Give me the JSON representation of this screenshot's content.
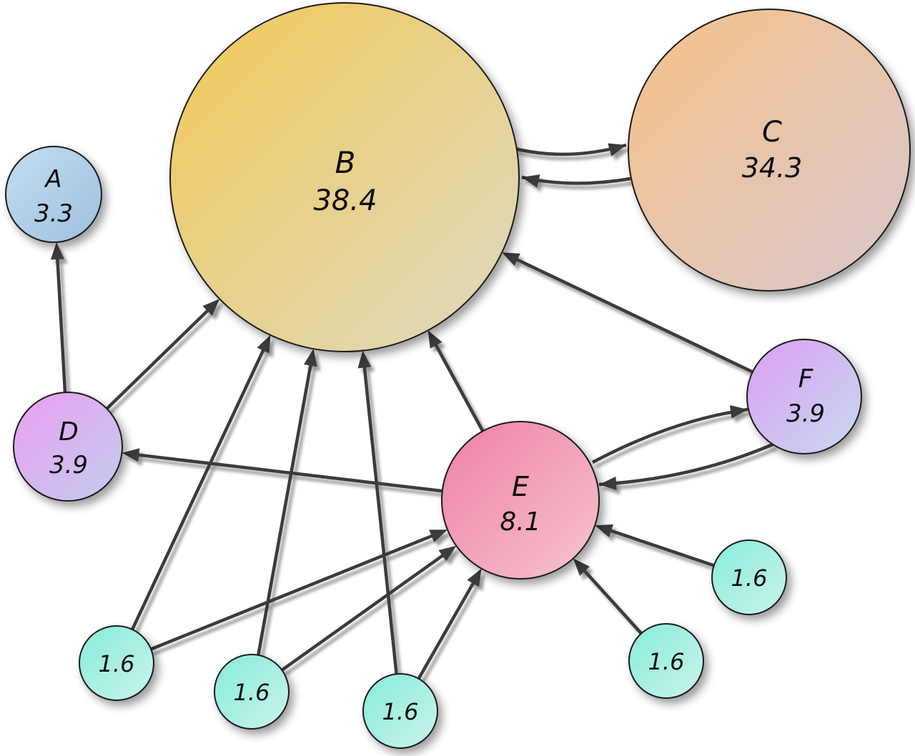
{
  "diagram": {
    "kind": "directed-graph",
    "description": "Network of pages with rank percentages",
    "background": "#ffffff",
    "edge_color": "#3a3a3a",
    "nodes": [
      {
        "id": "A",
        "label": "A",
        "value": "3.3",
        "fill_from": "#c3ddf1",
        "fill_to": "#9fc0df"
      },
      {
        "id": "B",
        "label": "B",
        "value": "38.4",
        "fill_from": "#f2c957",
        "fill_to": "#ded9c2"
      },
      {
        "id": "C",
        "label": "C",
        "value": "34.3",
        "fill_from": "#f6c288",
        "fill_to": "#d9c7ce"
      },
      {
        "id": "D",
        "label": "D",
        "value": "3.9",
        "fill_from": "#eb9ff2",
        "fill_to": "#c2cdee"
      },
      {
        "id": "E",
        "label": "E",
        "value": "8.1",
        "fill_from": "#ee7fa6",
        "fill_to": "#f7c5cd"
      },
      {
        "id": "F",
        "label": "F",
        "value": "3.9",
        "fill_from": "#dc9ff4",
        "fill_to": "#c6daee"
      },
      {
        "id": "G1",
        "label": "",
        "value": "1.6",
        "fill_from": "#86ecda",
        "fill_to": "#cbf3ea"
      },
      {
        "id": "G2",
        "label": "",
        "value": "1.6",
        "fill_from": "#86ecda",
        "fill_to": "#cbf3ea"
      },
      {
        "id": "G3",
        "label": "",
        "value": "1.6",
        "fill_from": "#86ecda",
        "fill_to": "#cbf3ea"
      },
      {
        "id": "G4",
        "label": "",
        "value": "1.6",
        "fill_from": "#86ecda",
        "fill_to": "#cbf3ea"
      },
      {
        "id": "G5",
        "label": "",
        "value": "1.6",
        "fill_from": "#86ecda",
        "fill_to": "#cbf3ea"
      }
    ],
    "edges": [
      {
        "from": "D",
        "to": "A"
      },
      {
        "from": "D",
        "to": "B"
      },
      {
        "from": "B",
        "to": "C"
      },
      {
        "from": "C",
        "to": "B"
      },
      {
        "from": "E",
        "to": "B"
      },
      {
        "from": "E",
        "to": "D"
      },
      {
        "from": "E",
        "to": "F"
      },
      {
        "from": "F",
        "to": "E"
      },
      {
        "from": "F",
        "to": "B"
      },
      {
        "from": "G1",
        "to": "E"
      },
      {
        "from": "G2",
        "to": "E"
      },
      {
        "from": "G3",
        "to": "E"
      },
      {
        "from": "G4",
        "to": "E"
      },
      {
        "from": "G5",
        "to": "E"
      },
      {
        "from": "G1",
        "to": "B"
      },
      {
        "from": "G2",
        "to": "B"
      },
      {
        "from": "G3",
        "to": "B"
      }
    ]
  }
}
